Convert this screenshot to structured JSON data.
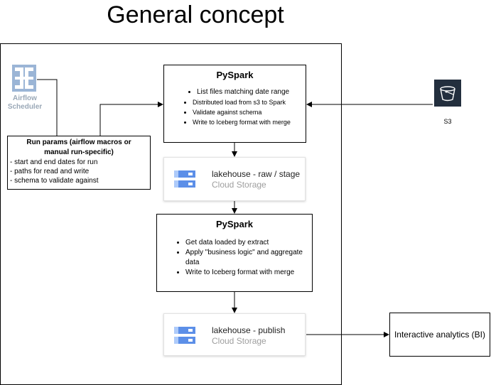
{
  "title": "General concept",
  "airflow": {
    "label_line1": "Airflow",
    "label_line2": "Scheduler",
    "icon": "airflow-pinwheel-icon"
  },
  "s3": {
    "label": "S3",
    "icon": "s3-bucket-icon"
  },
  "params": {
    "title_line1": "Run params (airflow macros or",
    "title_line2": "manual run-specific)",
    "items": [
      "- start and end dates for run",
      "- paths for read and write",
      "- schema to validate against"
    ]
  },
  "pyspark1": {
    "title": "PySpark",
    "items": [
      "List files matching date range",
      "Distributed load from s3 to Spark",
      "Validate against schema",
      "Write to Iceberg format with merge"
    ]
  },
  "lakehouse_raw": {
    "title": "lakehouse - raw / stage",
    "subtitle": "Cloud Storage",
    "icon": "cloud-storage-icon"
  },
  "pyspark2": {
    "title": "PySpark",
    "items": [
      "Get data loaded by extract",
      "Apply \"business logic\" and aggregate data",
      "Write to Iceberg format with merge"
    ]
  },
  "lakehouse_publish": {
    "title": "lakehouse - publish",
    "subtitle": "Cloud Storage",
    "icon": "cloud-storage-icon"
  },
  "analytics": {
    "label": "Interactive analytics (BI)"
  },
  "colors": {
    "storage_blue": "#5c8fe8",
    "airflow_blue": "#9bb5d6",
    "s3_dark": "#232f3e"
  }
}
